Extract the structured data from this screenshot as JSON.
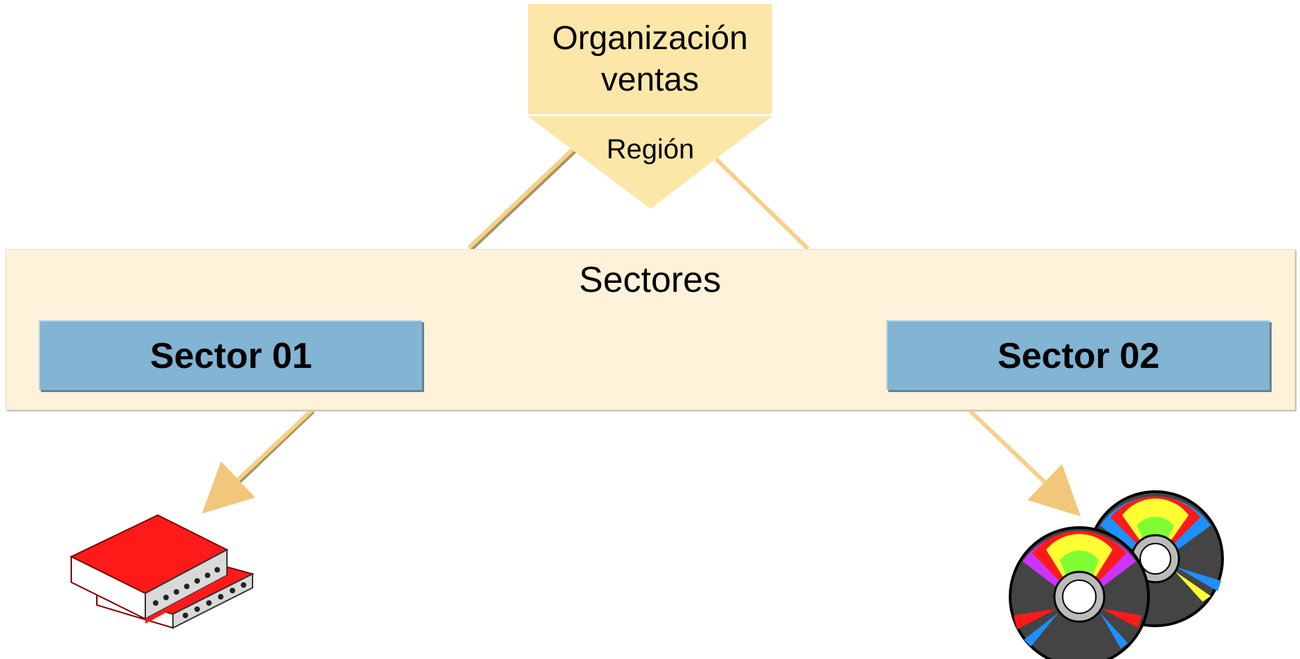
{
  "org_box": {
    "title": "Organización\nventas",
    "region_label": "Región"
  },
  "sectors": {
    "title": "Sectores",
    "items": [
      {
        "label": "Sector 01"
      },
      {
        "label": "Sector 02"
      }
    ]
  },
  "icons": {
    "left": "books-icon",
    "right": "cds-icon"
  },
  "colors": {
    "org_fill": "#fde7a8",
    "panel_fill": "#fef2db",
    "sector_fill": "#82b4d3",
    "arrow": "#f6d08a"
  }
}
